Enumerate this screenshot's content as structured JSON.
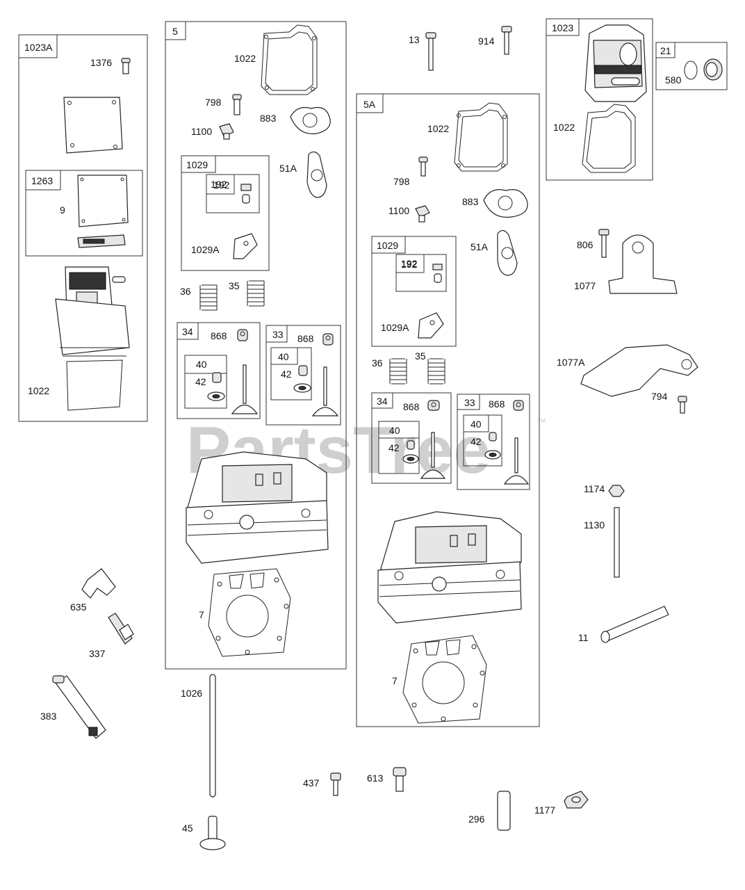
{
  "watermark": {
    "text": "PartsTree",
    "trademark": "™"
  },
  "groups": [
    {
      "id": "1023A",
      "label": "1023A"
    },
    {
      "id": "1263",
      "label": "1263"
    },
    {
      "id": "5",
      "label": "5"
    },
    {
      "id": "1029-a",
      "label": "1029"
    },
    {
      "id": "192-a",
      "label": "192"
    },
    {
      "id": "34-a",
      "label": "34"
    },
    {
      "id": "40-a",
      "label": "40"
    },
    {
      "id": "33-a",
      "label": "33"
    },
    {
      "id": "40-b",
      "label": "40"
    },
    {
      "id": "5A",
      "label": "5A"
    },
    {
      "id": "1029-b",
      "label": "1029"
    },
    {
      "id": "192-b",
      "label": "192"
    },
    {
      "id": "34-b",
      "label": "34"
    },
    {
      "id": "40-c",
      "label": "40"
    },
    {
      "id": "33-b",
      "label": "33"
    },
    {
      "id": "40-d",
      "label": "40"
    },
    {
      "id": "1023",
      "label": "1023"
    },
    {
      "id": "21",
      "label": "21"
    }
  ],
  "callouts": [
    "1376",
    "9",
    "1022",
    "1022",
    "798",
    "883",
    "1100",
    "51A",
    "192",
    "1029A",
    "36",
    "35",
    "868",
    "868",
    "42",
    "42",
    "13",
    "914",
    "1022",
    "798",
    "1100",
    "883",
    "51A",
    "192",
    "1029A",
    "36",
    "35",
    "868",
    "868",
    "42",
    "42",
    "7",
    "7",
    "1022",
    "580",
    "806",
    "1077",
    "1077A",
    "794",
    "1174",
    "1130",
    "11",
    "635",
    "337",
    "383",
    "1026",
    "45",
    "437",
    "613",
    "296",
    "1177"
  ]
}
